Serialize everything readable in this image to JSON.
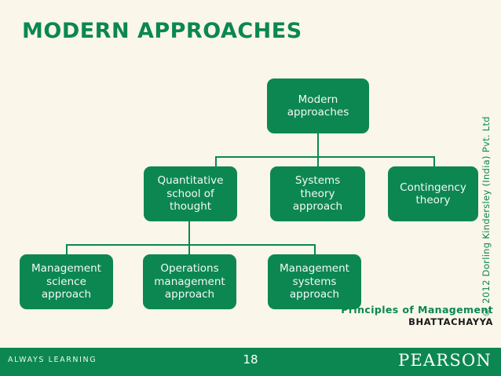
{
  "slide": {
    "title": "MODERN APPROACHES",
    "page_number": "18",
    "background_color": "#faf6ea",
    "accent_color": "#0d8752"
  },
  "diagram": {
    "type": "hierarchy-tree",
    "nodes": [
      {
        "id": "root",
        "label": "Modern\napproaches",
        "level": 1
      },
      {
        "id": "quant",
        "label": "Quantitative\nschool of\nthought",
        "level": 2
      },
      {
        "id": "systems",
        "label": "Systems\ntheory\napproach",
        "level": 2
      },
      {
        "id": "contingency",
        "label": "Contingency\ntheory",
        "level": 2
      },
      {
        "id": "mgmt-sci",
        "label": "Management\nscience\napproach",
        "level": 3
      },
      {
        "id": "ops-mgmt",
        "label": "Operations\nmanagement\napproach",
        "level": 3
      },
      {
        "id": "mgmt-sys",
        "label": "Management\nsystems\napproach",
        "level": 3
      }
    ],
    "edges": [
      {
        "from": "root",
        "to": "quant"
      },
      {
        "from": "root",
        "to": "systems"
      },
      {
        "from": "root",
        "to": "contingency"
      },
      {
        "from": "quant",
        "to": "mgmt-sci"
      },
      {
        "from": "quant",
        "to": "ops-mgmt"
      },
      {
        "from": "quant",
        "to": "mgmt-sys"
      }
    ]
  },
  "credit": {
    "book_title": "Principles of Management",
    "author": "BHATTACHAYYA",
    "copyright": "© 2012 Dorling Kindersley (India) Pvt. Ltd"
  },
  "footer": {
    "tagline": "ALWAYS LEARNING",
    "brand": "PEARSON"
  }
}
